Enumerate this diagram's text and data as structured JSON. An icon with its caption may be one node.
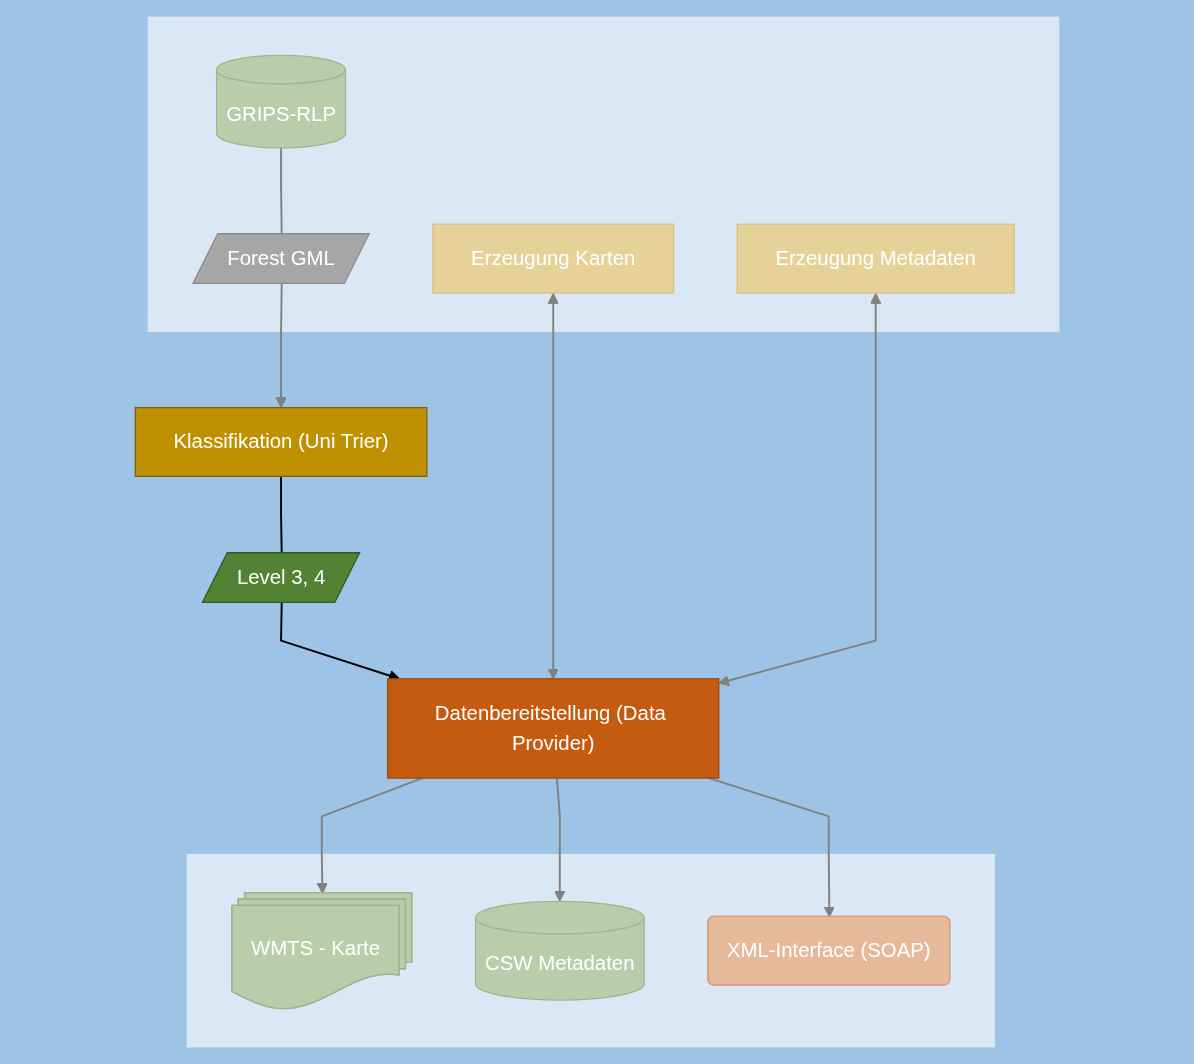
{
  "diagram": {
    "nodes": [
      {
        "text": [],
        "shape": "box"
      },
      {
        "text": [
          "GRIPS-RLP"
        ],
        "in": 0
      },
      {
        "text": [
          "Forest GML"
        ],
        "in": 0
      },
      {
        "text": [
          "Klassifikation (Uni Trier)"
        ]
      },
      {
        "text": [
          "Level 3, 4"
        ]
      },
      {
        "text": [
          "Erzeugung Karten"
        ],
        "in": 0
      },
      {
        "text": [
          "Erzeugung Metadaten"
        ],
        "in": 0
      },
      {
        "text": [
          "Datenbereitstellung (Data Provider)"
        ]
      },
      {
        "text": [],
        "shape": "box"
      },
      {
        "text": [
          "WMTS - Karte"
        ],
        "in": 8
      },
      {
        "text": [
          "CSW Metadaten"
        ],
        "in": 8
      },
      {
        "text": [
          "XML-Interface (SOAP)"
        ],
        "in": 8
      }
    ],
    "edges": [
      {
        "from": 1,
        "to": 2,
        "arrow": "none"
      },
      {
        "from": 2,
        "to": 3,
        "arrow": "to"
      },
      {
        "from": 3,
        "to": 4,
        "arrow": "none",
        "color": "#000000"
      },
      {
        "from": 4,
        "to": 7,
        "arrow": "to",
        "color": "#000000"
      },
      {
        "from": 5,
        "to": 7,
        "arrow": "both"
      },
      {
        "from": 6,
        "to": 7,
        "arrow": "both"
      },
      {
        "from": 7,
        "to": 9,
        "arrow": "to"
      },
      {
        "from": 7,
        "to": 10,
        "arrow": "to"
      },
      {
        "from": 7,
        "to": 11,
        "arrow": "to"
      }
    ]
  }
}
